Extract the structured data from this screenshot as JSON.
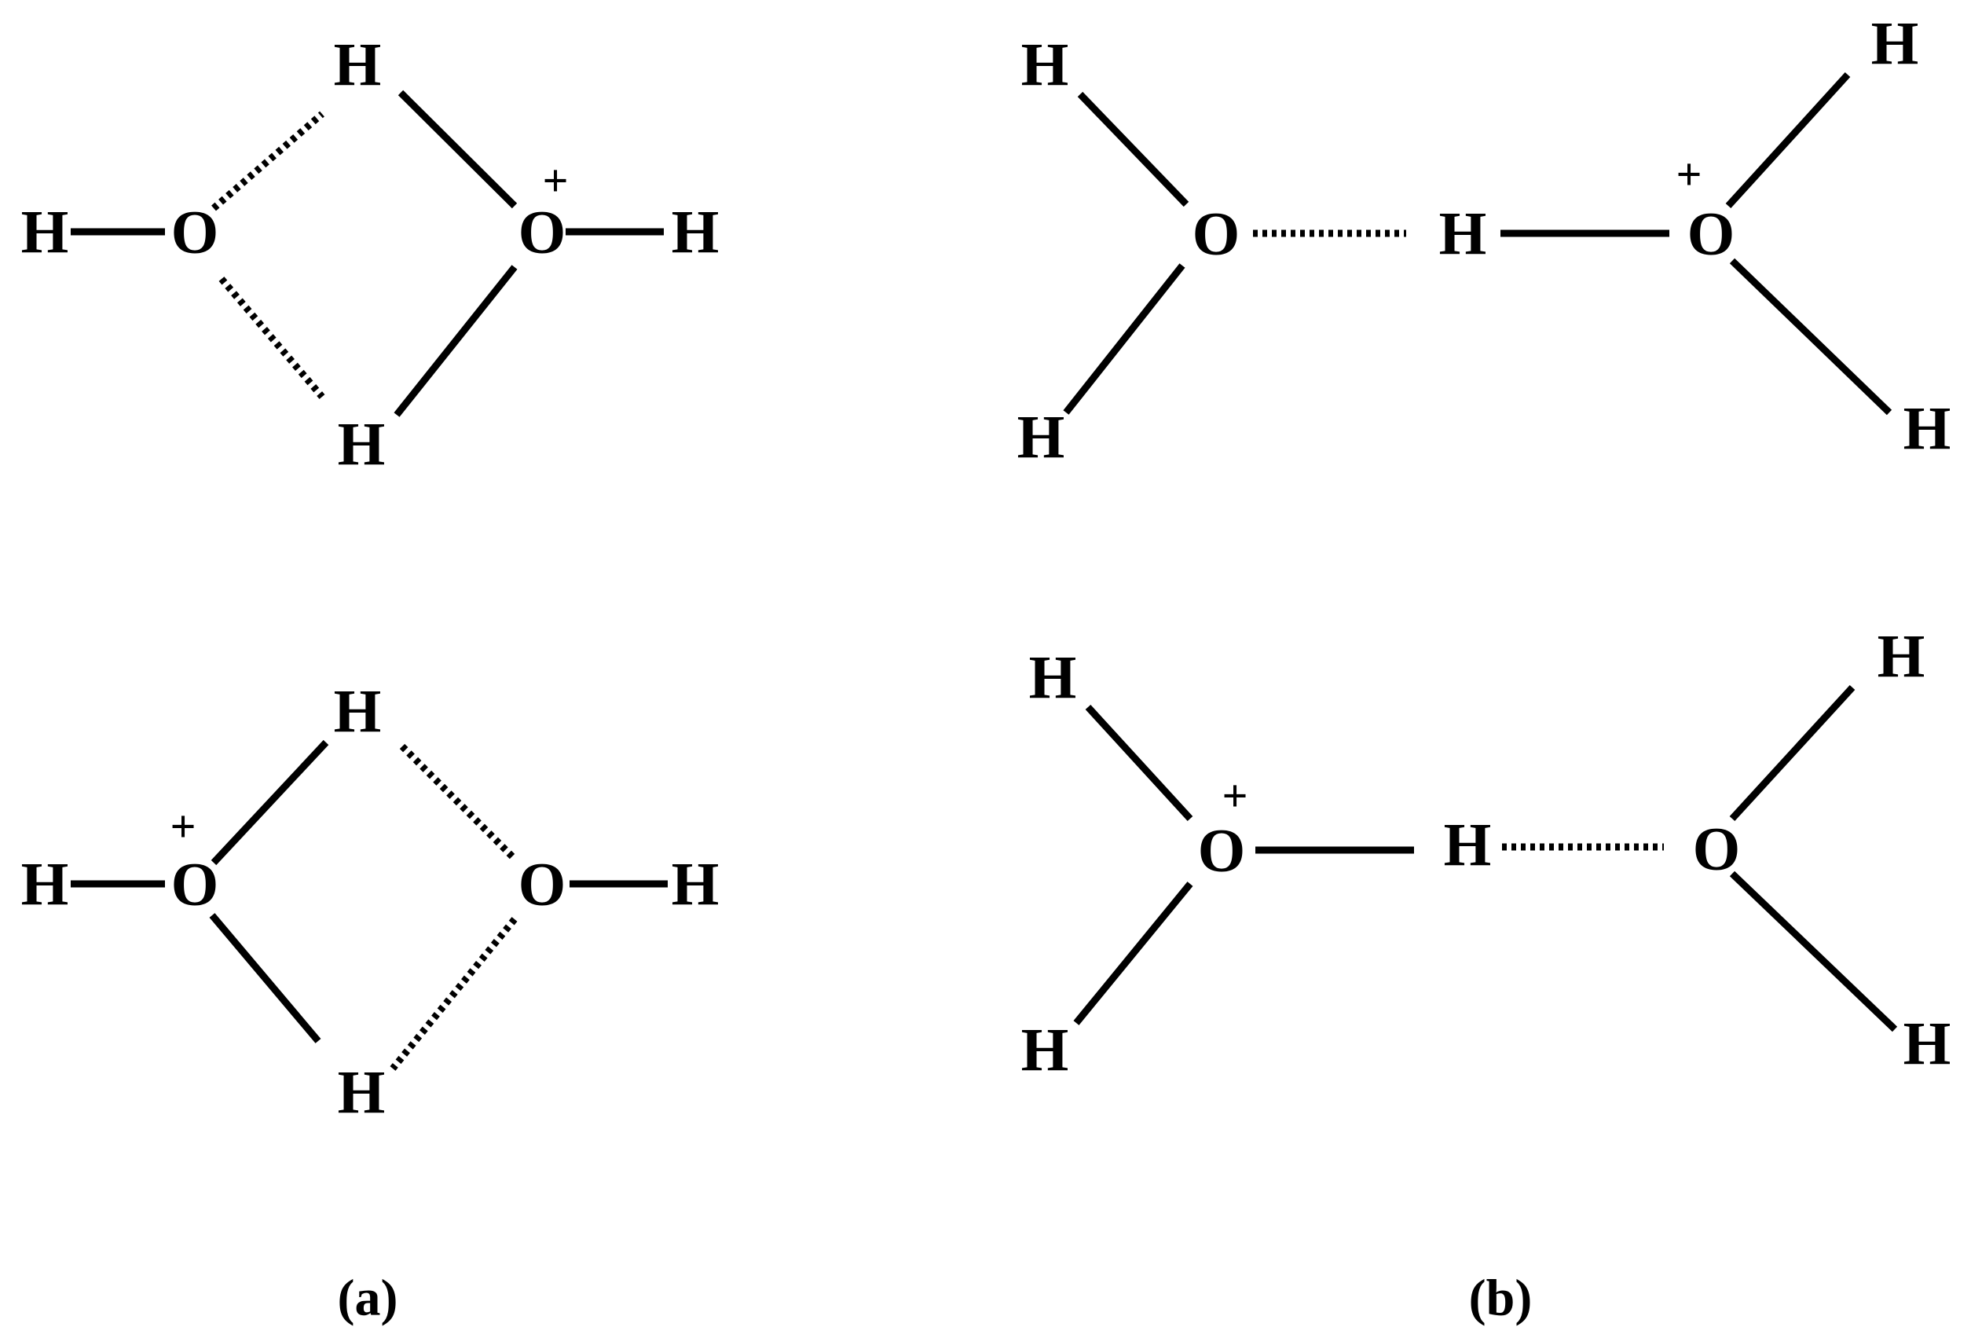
{
  "atoms": {
    "hydrogen": "H",
    "oxygen": "O",
    "positive_charge": "+"
  },
  "panel_labels": {
    "a": "(a)",
    "b": "(b)"
  },
  "colors": {
    "ink": "#000000",
    "background": "#ffffff"
  }
}
